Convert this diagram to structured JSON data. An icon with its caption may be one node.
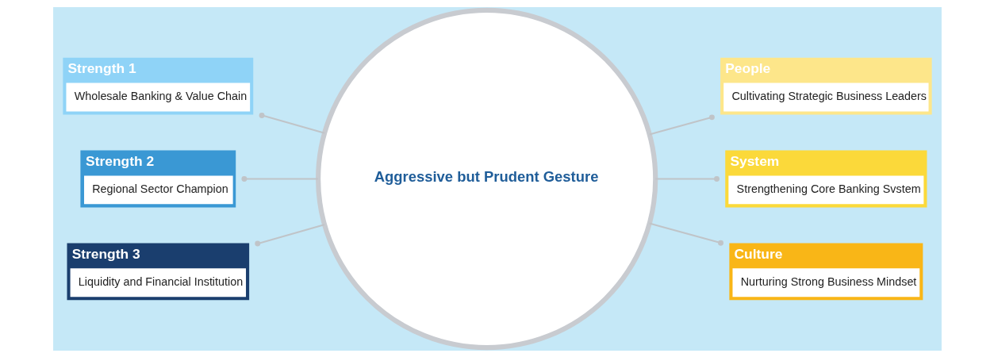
{
  "diagram": {
    "nodes": [
      {
        "text": [
          "Strength 1",
          "Wholesale Banking & Value Chain"
        ]
      },
      {
        "text": [
          "Strength 2",
          "Regional Sector Champion"
        ]
      },
      {
        "text": [
          "Strength 3",
          "Liquidity and Financial Institution"
        ]
      },
      {
        "text": [
          "Aggressive but Prudent Gesture"
        ]
      },
      {
        "text": [
          "People",
          "Cultivating Strategic Business Leaders"
        ]
      },
      {
        "text": [
          "System",
          "Strengthening Core Banking Svstem"
        ]
      },
      {
        "text": [
          "Culture",
          "Nurturing Strong Business Mindset"
        ]
      }
    ],
    "edges": [
      {
        "from": 0,
        "to": 3,
        "arrow": "other"
      },
      {
        "from": 1,
        "to": 3,
        "arrow": "other"
      },
      {
        "from": 2,
        "to": 3,
        "arrow": "other"
      },
      {
        "from": 3,
        "to": 4,
        "arrow": "other"
      },
      {
        "from": 3,
        "to": 5,
        "arrow": "other"
      },
      {
        "from": 3,
        "to": 6,
        "arrow": "other"
      }
    ]
  }
}
